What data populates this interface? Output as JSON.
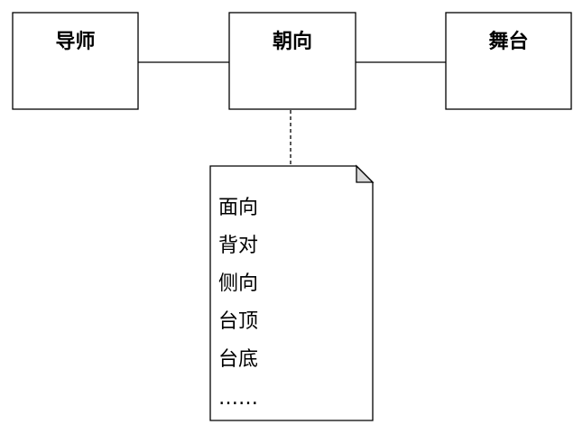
{
  "boxes": {
    "mentor": "导师",
    "orientation": "朝向",
    "stage": "舞台"
  },
  "note": {
    "items": [
      "面向",
      "背对",
      "侧向",
      "台顶",
      "台底",
      "……"
    ]
  },
  "colors": {
    "stroke": "#000000",
    "fold": "#d9d9d9",
    "background": "#ffffff"
  }
}
